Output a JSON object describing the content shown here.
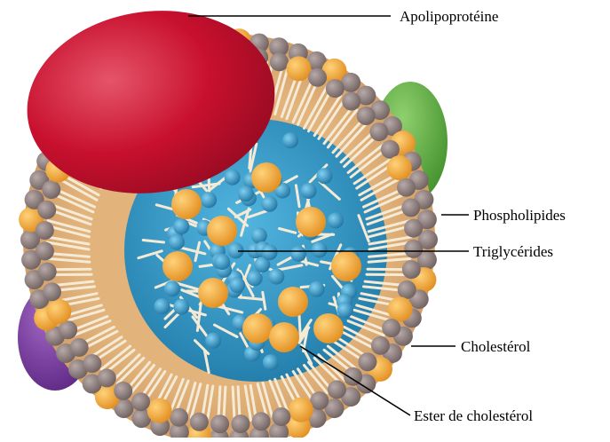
{
  "diagram": {
    "labels": {
      "apolipoprotein": "Apolipoprotéine",
      "phospholipids": "Phospholipides",
      "triglycerides": "Triglycérides",
      "cholesterol": "Cholestérol",
      "cholesterol_ester": "Ester de cholestérol"
    },
    "colors": {
      "apoprotein_red": "#c8102e",
      "apoprotein_green": "#5aa83c",
      "apoprotein_purple": "#7a3aa0",
      "shell_tan": "#d6a46c",
      "core_blue": "#2b93c2",
      "phospholipid_head": "#8a7a78",
      "cholesterol_orange": "#f0a030",
      "tail_cream": "#f4ead6"
    }
  }
}
